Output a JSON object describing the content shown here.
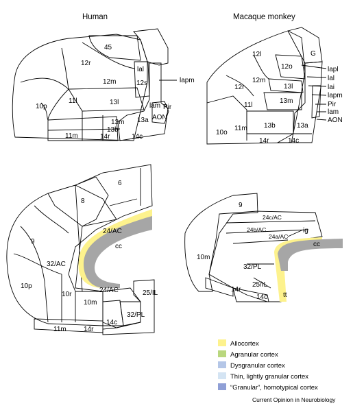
{
  "colors": {
    "allocortex": "#fdf28d",
    "agranular": "#b9d77e",
    "dysgranular": "#b4c6e7",
    "thin": "#d4e4f3",
    "granular": "#8f9fd6",
    "cc": "#a6a6a6",
    "outline": "#000000"
  },
  "titles": {
    "human": "Human",
    "macaque": "Macaque monkey"
  },
  "labels": {
    "h_orb": [
      "45",
      "12r",
      "12m",
      "12s",
      "lal",
      "lapm",
      "11l",
      "10p",
      "13l",
      "lam",
      "Pir",
      "AON",
      "13m",
      "13a",
      "13b",
      "11m",
      "14r",
      "14c"
    ],
    "m_orb": [
      "12l",
      "G",
      "12o",
      "lapl",
      "lal",
      "lai",
      "lapm",
      "12r",
      "12m",
      "13l",
      "11l",
      "13m",
      "Pir",
      "lam",
      "AON",
      "13b",
      "13a",
      "11m",
      "10o",
      "14r",
      "14c"
    ],
    "h_med": [
      "6",
      "8",
      "24/AC",
      "cc",
      "9",
      "32/AC",
      "10p",
      "10r",
      "24/AC",
      "25/IL",
      "10m",
      "32/PL",
      "14c",
      "14r",
      "11m"
    ],
    "m_med": [
      "9",
      "24c/AC",
      "24b/AC",
      "ig",
      "24a/AC",
      "cc",
      "10m",
      "32/PL",
      "25/IL",
      "14r",
      "14c",
      "tt"
    ]
  },
  "legend": [
    {
      "label": "Allocortex",
      "color": "#fdf28d"
    },
    {
      "label": "Agranular cortex",
      "color": "#b9d77e"
    },
    {
      "label": "Dysgranular cortex",
      "color": "#b4c6e7"
    },
    {
      "label": "Thin, lightly granular cortex",
      "color": "#d4e4f3"
    },
    {
      "label": "“Granular”, homotypical cortex",
      "color": "#8f9fd6"
    }
  ],
  "source": "Current Opinion in Neurobiology"
}
